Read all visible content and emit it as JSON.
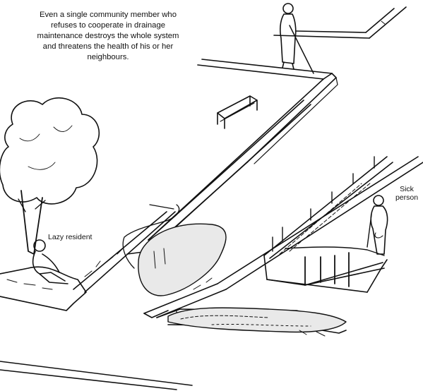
{
  "caption": "Even a single community member who\nrefuses to cooperate in drainage\nmaintenance destroys the whole system\nand threatens the health of his or her\nneighbours.",
  "labels": {
    "lazy_resident": "Lazy resident",
    "sick_person": "Sick\nperson"
  },
  "colors": {
    "ink": "#111111",
    "paper": "#ffffff",
    "water": "#e9e9e9"
  }
}
